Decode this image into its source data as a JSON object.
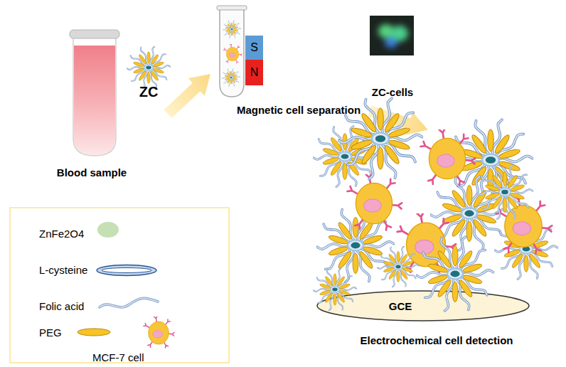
{
  "diagram": {
    "nodes": [
      {
        "text": [
          "S"
        ]
      },
      {
        "text": [
          "N"
        ]
      },
      {
        "text": [
          "GCE"
        ]
      }
    ],
    "labels": [
      "ZC",
      "Magnetic cell separation",
      "ZC-cells",
      "Blood sample",
      "Electrochemical cell detection"
    ],
    "legend": [
      {
        "text": "ZnFe2O4"
      },
      {
        "text": "L-cysteine"
      },
      {
        "text": "Folic acid"
      },
      {
        "text": "PEG"
      },
      {
        "text": "MCF-7 cell"
      }
    ]
  }
}
